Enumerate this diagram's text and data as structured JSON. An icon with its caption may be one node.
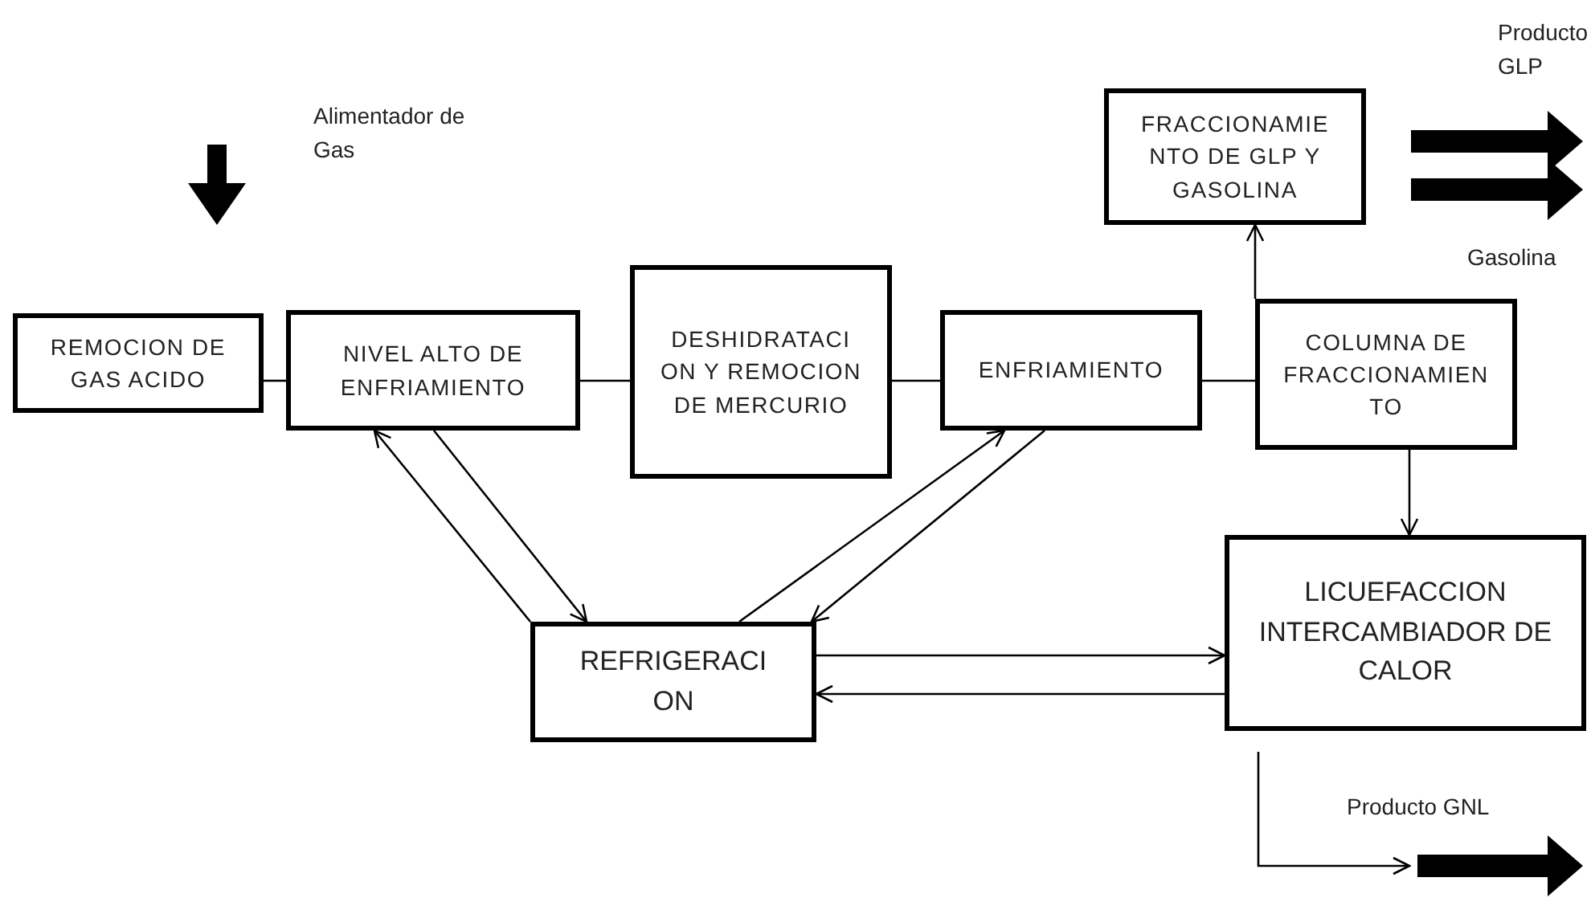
{
  "diagram": {
    "nodes": [
      {
        "text": [
          "REMOCION DE GAS ACIDO"
        ]
      },
      {
        "text": [
          "NIVEL ALTO DE ENFRIAMIENTO"
        ]
      },
      {
        "text": [
          "DESHIDRATACI ON Y REMOCION DE MERCURIO"
        ]
      },
      {
        "text": [
          "ENFRIAMIENTO"
        ]
      },
      {
        "text": [
          "COLUMNA DE FRACCIONAMIEN TO"
        ]
      },
      {
        "text": [
          "FRACCIONAMIE NTO DE GLP Y GASOLINA"
        ]
      },
      {
        "text": [
          "LICUEFACCION INTERCAMBIADOR DE CALOR"
        ]
      },
      {
        "text": [
          "REFRIGERACI ON"
        ]
      }
    ],
    "edges": [
      {
        "from": 0,
        "to": 1,
        "arrow": "none"
      },
      {
        "from": 1,
        "to": 2,
        "arrow": "none"
      },
      {
        "from": 2,
        "to": 3,
        "arrow": "none"
      },
      {
        "from": 3,
        "to": 4,
        "arrow": "none"
      },
      {
        "from": 4,
        "to": 5,
        "arrow": "to"
      },
      {
        "from": 4,
        "to": 6,
        "arrow": "to"
      },
      {
        "from": 7,
        "to": 1,
        "arrow": "to"
      },
      {
        "from": 1,
        "to": 7,
        "arrow": "to"
      },
      {
        "from": 7,
        "to": 3,
        "arrow": "to"
      },
      {
        "from": 3,
        "to": 7,
        "arrow": "to"
      },
      {
        "from": 7,
        "to": 6,
        "arrow": "to"
      },
      {
        "from": 6,
        "to": 7,
        "arrow": "to"
      },
      {
        "from": 6,
        "to": null,
        "arrow": "to"
      }
    ],
    "labels": [
      "Alimentador de Gas",
      "Producto GLP",
      "Gasolina",
      "Producto GNL"
    ]
  }
}
